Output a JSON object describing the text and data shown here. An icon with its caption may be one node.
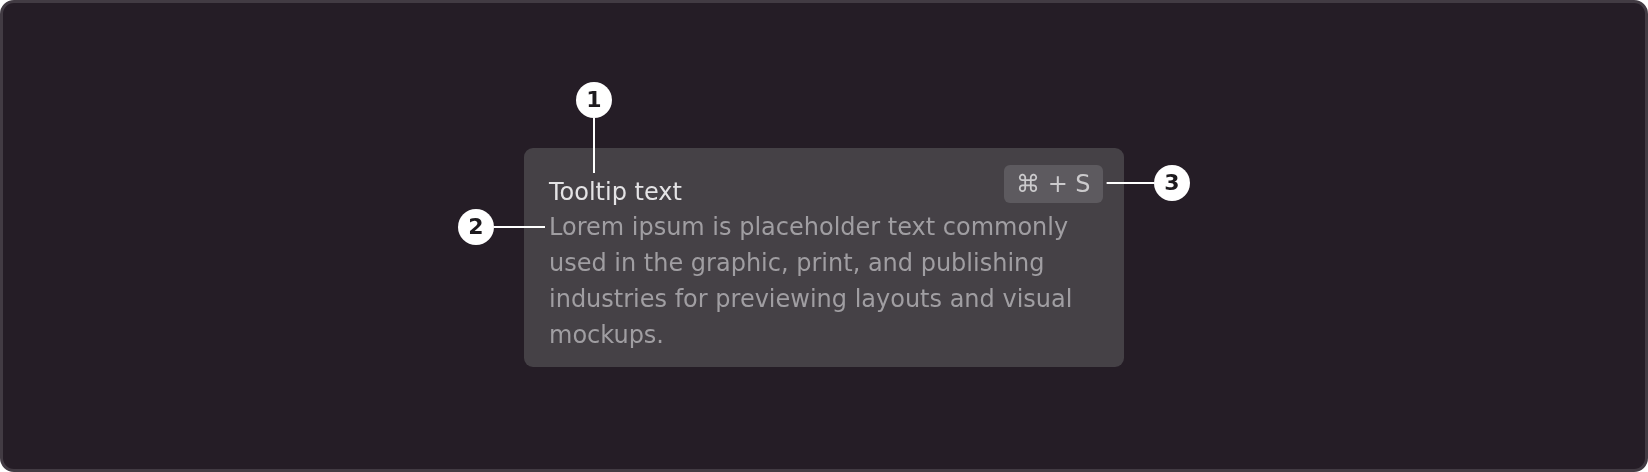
{
  "diagram": {
    "nodes": [
      {
        "text": [
          "1"
        ]
      },
      {
        "text": [],
        "shape": "box"
      },
      {
        "text": [
          "Tooltip text"
        ],
        "in": 1
      },
      {
        "text": [
          "⌘ + S"
        ],
        "in": 1
      },
      {
        "text": [
          "3"
        ]
      },
      {
        "text": [
          "2"
        ]
      },
      {
        "text": [
          "Lorem ipsum is placeholder text commonly used in the graphic, print, and publishing industries for previewing layouts and visual mockups."
        ],
        "in": 1
      }
    ],
    "edges": [
      {
        "from": 0,
        "to": 2,
        "arrow": "none"
      },
      {
        "from": 5,
        "to": 6,
        "arrow": "none"
      },
      {
        "from": 4,
        "to": 3,
        "arrow": "none"
      }
    ]
  }
}
